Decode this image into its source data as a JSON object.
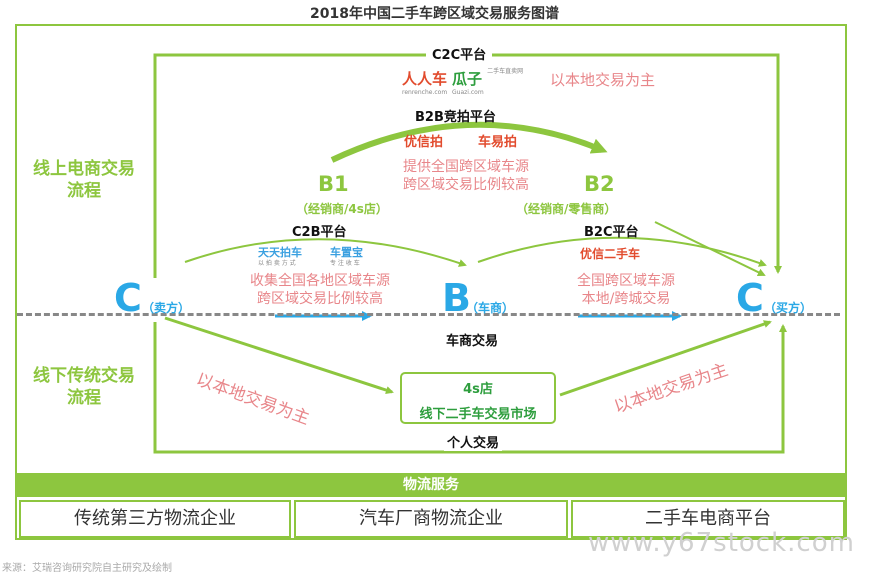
{
  "title": "2018年中国二手车跨区域交易服务图谱",
  "regions": {
    "online": "线上电商交易\n流程",
    "offline": "线下传统交易\n流程"
  },
  "c2c": {
    "label": "C2C平台",
    "logo_renrenche": "人人车",
    "logo_renrenche_url": "renrenche.com",
    "logo_guazi": "瓜子",
    "logo_guazi_sub": "二手车直卖网",
    "logo_guazi_url": "Guazi.com",
    "desc": "以本地交易为主"
  },
  "b2b": {
    "label": "B2B竞拍平台",
    "logo_youxinpai": "优信拍",
    "logo_cheyipai": "车易拍",
    "desc_line1": "提供全国跨区域车源",
    "desc_line2": "跨区域交易比例较高"
  },
  "b1": {
    "letter": "B1",
    "sub": "（经销商/4s店）"
  },
  "b2": {
    "letter": "B2",
    "sub": "（经销商/零售商）"
  },
  "c2b": {
    "label": "C2B平台",
    "logo_tiantian": "天天拍车",
    "logo_tiantian_sub": "以 拍 卖 方 式",
    "logo_chezhibao": "车置宝",
    "logo_chezhibao_sub": "专 注 收 车",
    "desc_line1": "收集全国各地区域车源",
    "desc_line2": "跨区域交易比例较高"
  },
  "b2c": {
    "label": "B2C平台",
    "logo_youxin": "优信二手车",
    "desc_line1": "全国跨区域车源",
    "desc_line2": "本地/跨城交易"
  },
  "nodes": {
    "seller_letter": "C",
    "seller_sub": "（卖方）",
    "dealer_letter": "B",
    "dealer_sub": "（车商）",
    "buyer_letter": "C",
    "buyer_sub": "（买方）"
  },
  "dealer_trade": "车商交易",
  "offline": {
    "left_text": "以本地交易为主",
    "right_text": "以本地交易为主",
    "store_line1": "4s店",
    "store_line2": "线下二手车交易市场",
    "personal_trade": "个人交易"
  },
  "logistics": {
    "header": "物流服务",
    "items": [
      "传统第三方物流企业",
      "汽车厂商物流企业",
      "二手车电商平台"
    ]
  },
  "watermark": "www.y67stock.com",
  "source": "来源：艾瑞咨询研究院自主研究及绘制",
  "colors": {
    "green": "#8dc63f",
    "blue": "#2aa8e6",
    "pink": "#e8868a",
    "divider": "#888888"
  }
}
